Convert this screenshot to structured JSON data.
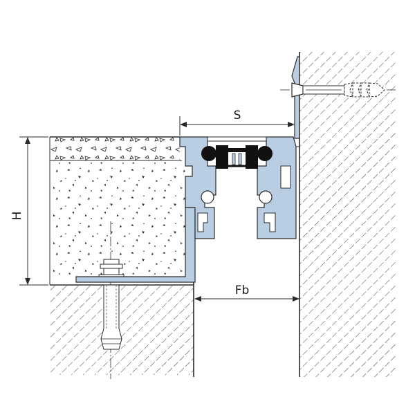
{
  "labels": {
    "s": "S",
    "fb": "Fb",
    "h": "H"
  },
  "colors": {
    "profile_fill": "#b9cde3",
    "line": "#2a2a2a",
    "seal": "#111111",
    "background": "#ffffff"
  }
}
